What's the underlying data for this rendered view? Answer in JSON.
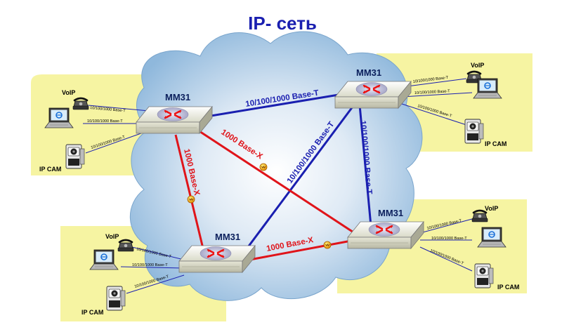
{
  "title": "IP- сеть",
  "colors": {
    "zone": "#f6f4a2",
    "cloud_center": "#eef5fb",
    "cloud_edge": "#90b9dd",
    "copper_link": "#1a1fb0",
    "fiber_link": "#e0141a",
    "title_text": "#1a1fb0",
    "device_label": "#0b1f5c"
  },
  "nodes": {
    "top_left": "MM31",
    "top_right": "MM31",
    "bottom_left": "MM31",
    "bottom_right": "MM31"
  },
  "backbone_links": {
    "tl_tr": "10/100/1000 Base-T",
    "tl_br": "1000 Base-X",
    "tl_bl": "1000 Base-X",
    "bl_tr": "10/100/1000 Base-T",
    "tr_br": "10/100/1000 Base-T",
    "bl_br": "1000 Base-X"
  },
  "endpoints": {
    "voip": "VoIP",
    "camera": "IP CAM",
    "access_link": "10/100/1000 Base-T"
  },
  "icons": {
    "router": "router-icon",
    "phone": "phone-icon",
    "laptop": "laptop-icon",
    "camera": "camera-icon",
    "converter": "converter-icon"
  }
}
